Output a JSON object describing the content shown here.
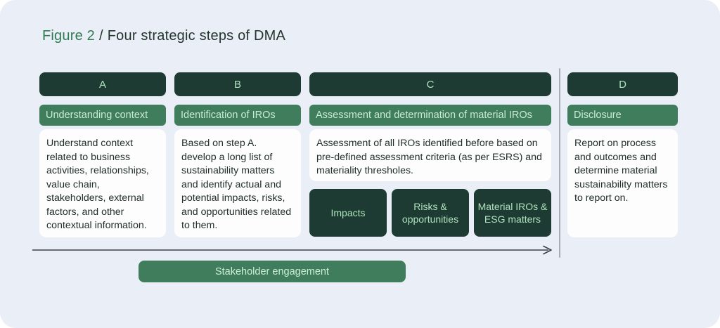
{
  "figure": {
    "label": "Figure 2",
    "separator": "/",
    "title": "Four strategic steps of DMA"
  },
  "columns": [
    {
      "badge": "A",
      "header": "Understanding context",
      "body": "Understand context related to business activities, relationships, value chain, stakeholders, external factors, and other contextual information."
    },
    {
      "badge": "B",
      "header": "Identification of IROs",
      "body": "Based on step A. develop a long list of sustainability matters and identify actual and potential impacts, risks, and opportunities related to them."
    },
    {
      "badge": "C",
      "header": "Assessment and determination of material IROs",
      "body": "Assessment of all IROs identified before based on pre-defined assessment criteria (as per ESRS) and materiality thresholes.",
      "sub_boxes": [
        "Impacts",
        "Risks & opportunities",
        "Material IROs & ESG matters"
      ]
    },
    {
      "badge": "D",
      "header": "Disclosure",
      "body": "Report on process and outcomes and determine material sustainability matters to report on."
    }
  ],
  "stakeholder_bar": "Stakeholder engagement",
  "colors": {
    "background": "#eaeef6",
    "dark_green_box": "#1d3b33",
    "medium_green_bar": "#3f7d5c",
    "mint_text": "#aee3bd",
    "accent_title_green": "#2e7c52",
    "body_text": "#222f2b",
    "divider_gray": "#a7adb5",
    "arrow": "#3a4044"
  }
}
